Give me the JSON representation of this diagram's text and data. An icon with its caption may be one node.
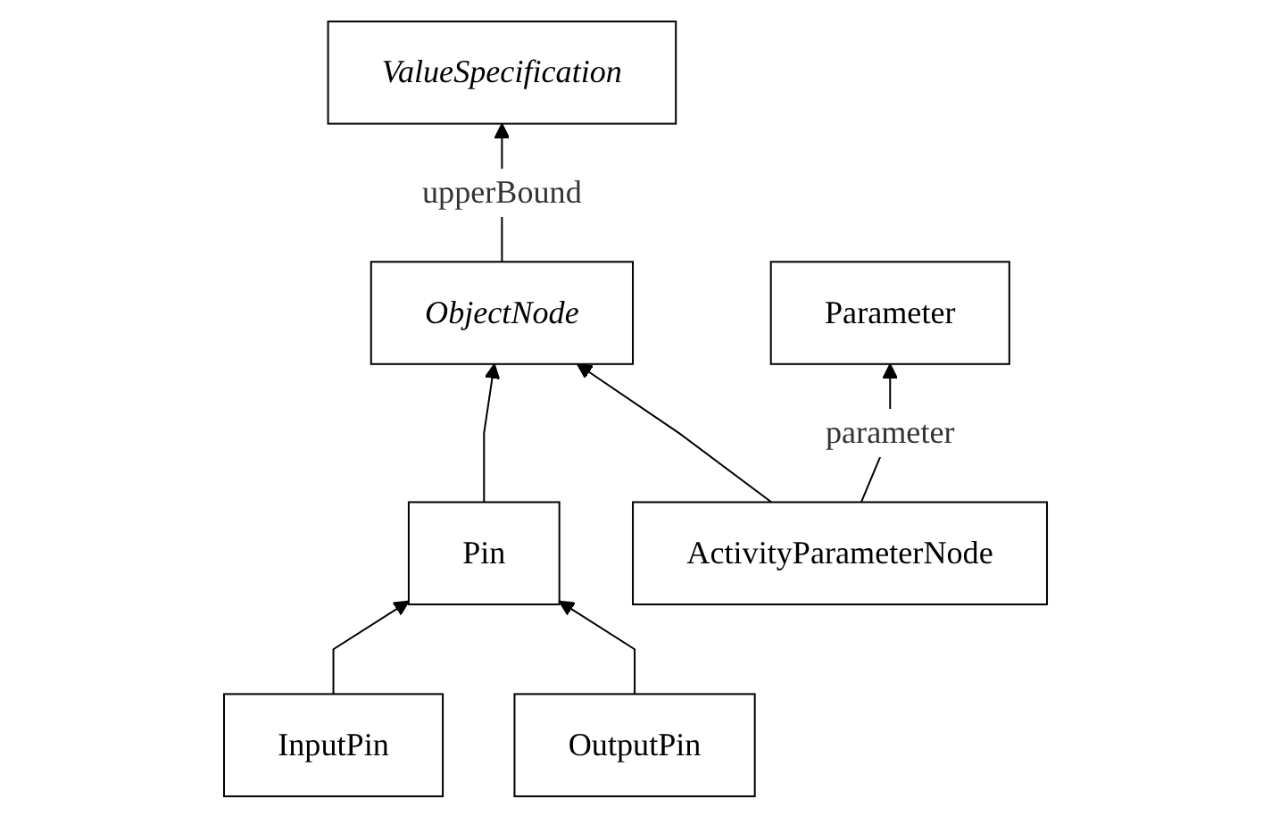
{
  "diagram": {
    "nodes": [
      {
        "text": [
          "ValueSpecification"
        ]
      },
      {
        "text": [
          "ObjectNode"
        ]
      },
      {
        "text": [
          "Pin"
        ]
      },
      {
        "text": [
          "ActivityParameterNode"
        ]
      },
      {
        "text": [
          "InputPin"
        ]
      },
      {
        "text": [
          "OutputPin"
        ]
      },
      {
        "text": [
          "Parameter"
        ]
      }
    ],
    "edges": [
      {
        "from": 1,
        "to": 0,
        "arrow": "to",
        "label": "upperBound"
      },
      {
        "from": 2,
        "to": 1,
        "arrow": "to"
      },
      {
        "from": 3,
        "to": 1,
        "arrow": "to"
      },
      {
        "from": 4,
        "to": 2,
        "arrow": "to"
      },
      {
        "from": 5,
        "to": 2,
        "arrow": "to"
      },
      {
        "from": 3,
        "to": 6,
        "arrow": "to",
        "label": "parameter"
      }
    ]
  }
}
